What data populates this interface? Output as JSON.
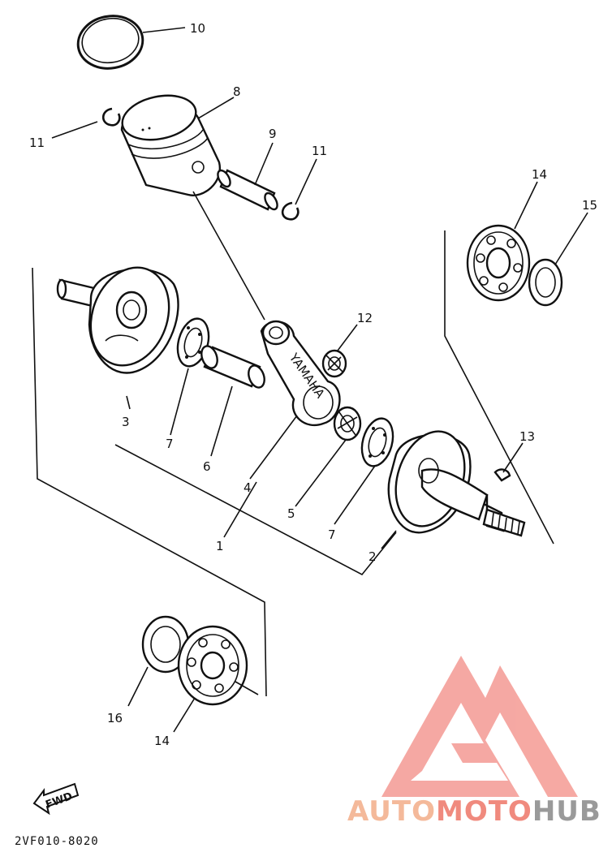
{
  "diagram": {
    "code": "2VF010-8020",
    "fwd_label": "FWD",
    "callouts": {
      "c1": "1",
      "c2": "2",
      "c3": "3",
      "c4": "4",
      "c5": "5",
      "c6": "6",
      "c7a": "7",
      "c7b": "7",
      "c8": "8",
      "c9": "9",
      "c10": "10",
      "c11a": "11",
      "c11b": "11",
      "c12": "12",
      "c13": "13",
      "c14a": "14",
      "c14b": "14",
      "c15": "15",
      "c16": "16"
    }
  },
  "watermark": {
    "part1": "AUTO",
    "part2": "MOTO",
    "part3": "HUB",
    "colors": {
      "part1": "#f4b99a",
      "part2": "#f08a7e",
      "part3": "#9a9a9a",
      "logo": "#f49a93"
    }
  }
}
